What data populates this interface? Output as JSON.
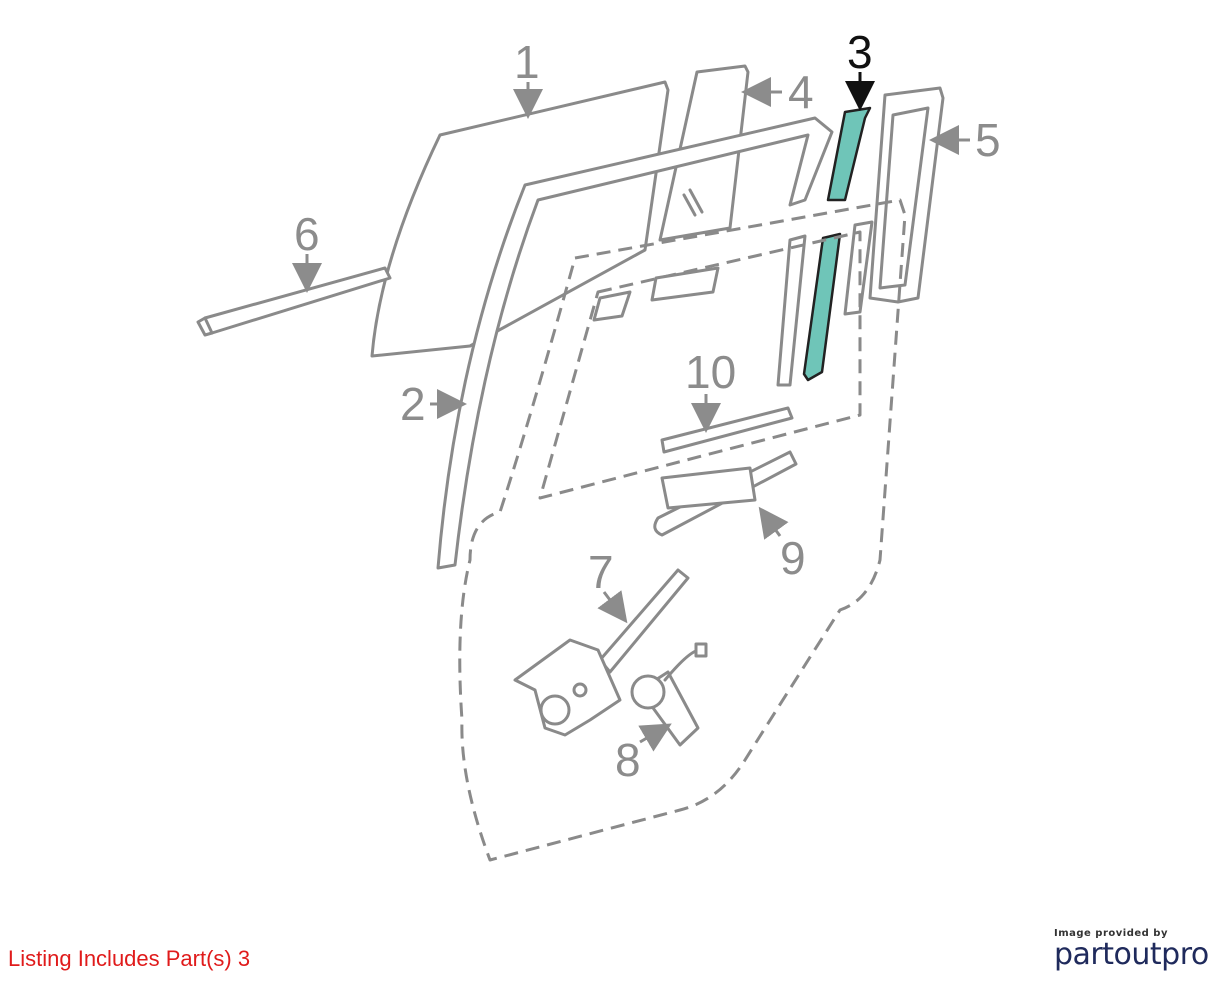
{
  "diagram": {
    "highlight_color": "#6fc5b8",
    "callouts": [
      {
        "id": "1",
        "label": "1"
      },
      {
        "id": "2",
        "label": "2"
      },
      {
        "id": "3",
        "label": "3",
        "highlighted": true
      },
      {
        "id": "4",
        "label": "4"
      },
      {
        "id": "5",
        "label": "5"
      },
      {
        "id": "6",
        "label": "6"
      },
      {
        "id": "7",
        "label": "7"
      },
      {
        "id": "8",
        "label": "8"
      },
      {
        "id": "9",
        "label": "9"
      },
      {
        "id": "10",
        "label": "10"
      }
    ]
  },
  "footer": {
    "listing_text": "Listing Includes Part(s) 3",
    "listing_color": "#e01b1b",
    "credit_caption": "Image provided by",
    "credit_brand": "partoutpro",
    "credit_brand_color": "#1f2a5c"
  }
}
